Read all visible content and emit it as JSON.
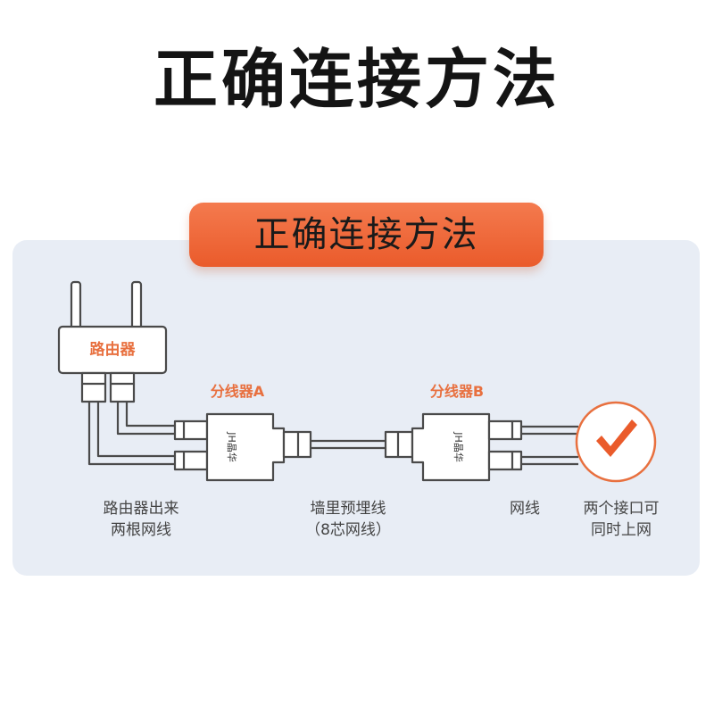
{
  "title": "正确连接方法",
  "badge": "正确连接方法",
  "router": {
    "label": "路由器"
  },
  "splitter_a": {
    "label": "分线器A",
    "brand": "JH晶华"
  },
  "splitter_b": {
    "label": "分线器B",
    "brand": "JH晶华"
  },
  "captions": {
    "router_out_1": "路由器出来",
    "router_out_2": "两根网线",
    "wall_1": "墙里预埋线",
    "wall_2": "（8芯网线）",
    "cable": "网线",
    "result_1": "两个接口可",
    "result_2": "同时上网"
  },
  "colors": {
    "accent": "#e8703f",
    "check": "#ea5b2b",
    "panel": "#e8edf5",
    "line": "#4a4a4a"
  }
}
